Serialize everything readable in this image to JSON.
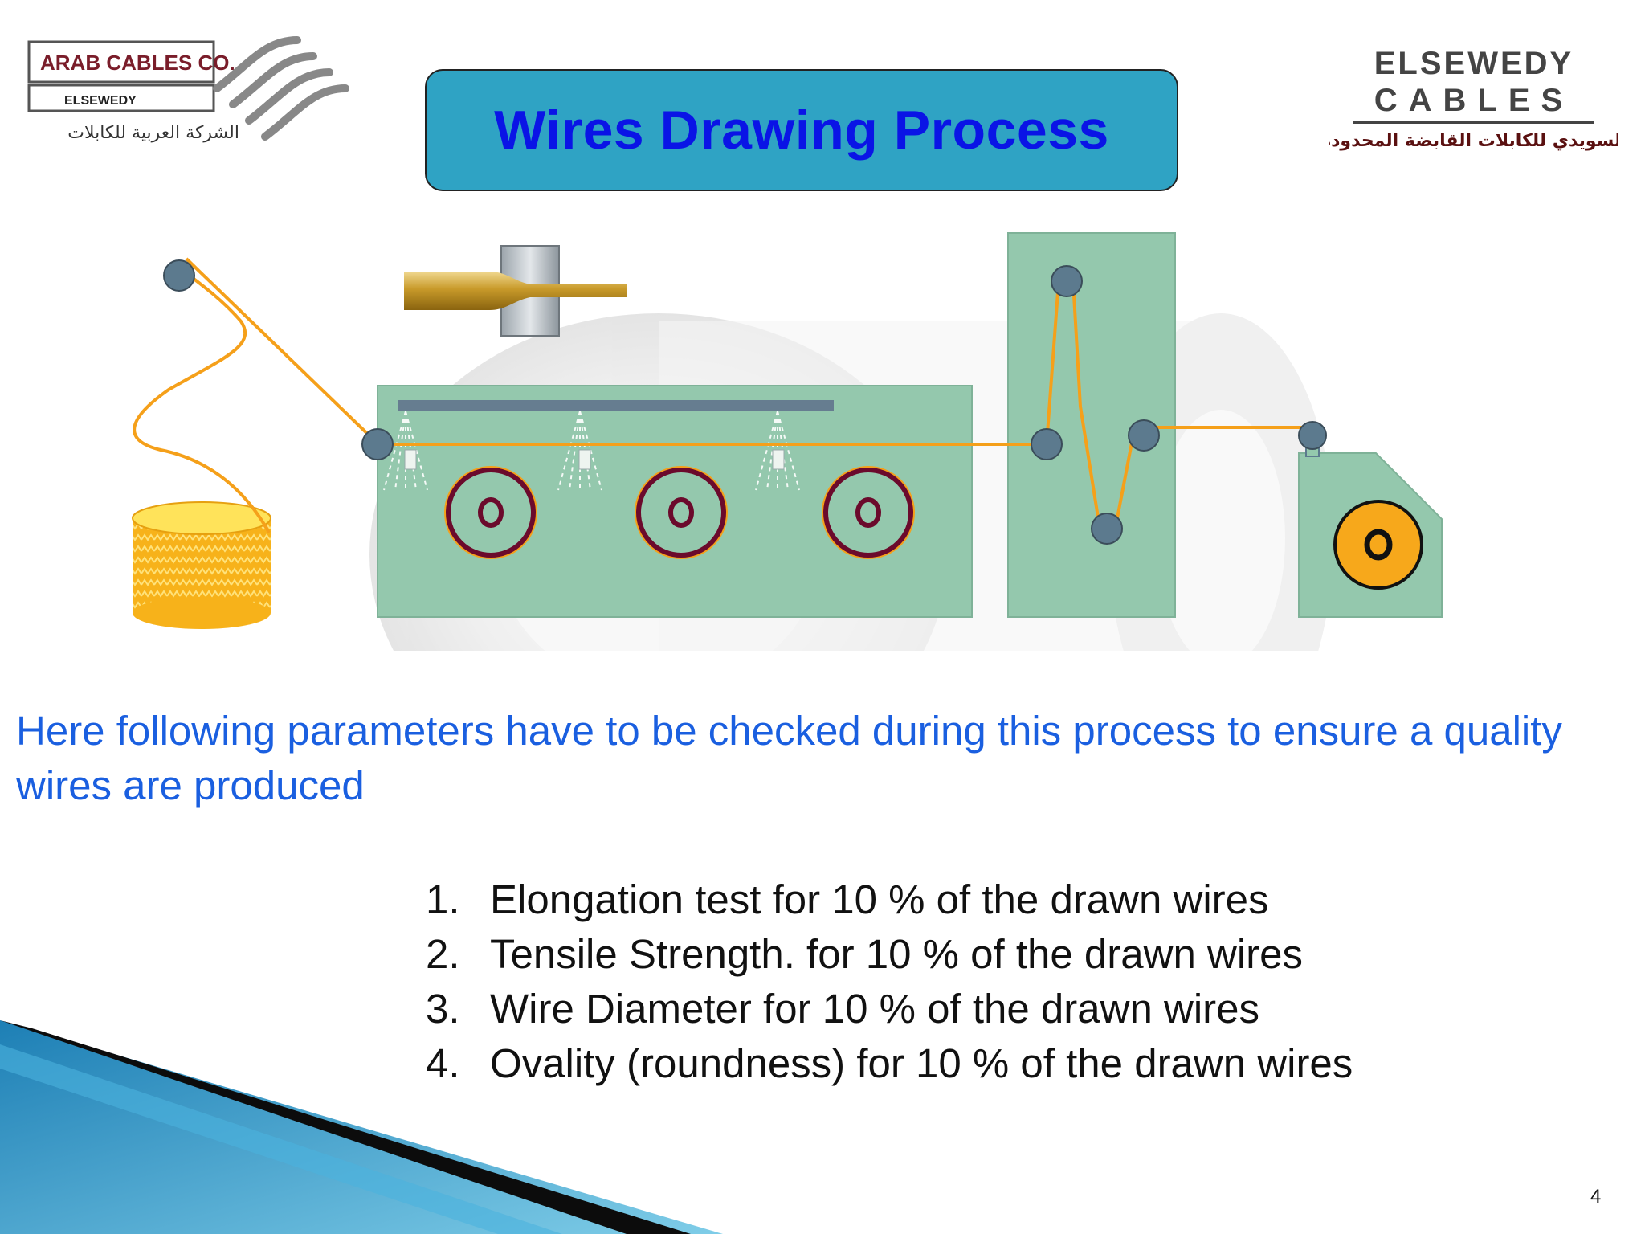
{
  "slide": {
    "title": "Wires Drawing Process",
    "intro": "Here following parameters have to be checked during this process to ensure a quality wires are produced",
    "checks": [
      {
        "num": "1.",
        "text": "Elongation test for 10 % of the drawn wires"
      },
      {
        "num": "2.",
        "text": "Tensile Strength. for 10 % of the drawn wires"
      },
      {
        "num": "3.",
        "text": "Wire Diameter for 10 % of the drawn wires"
      },
      {
        "num": "4.",
        "text": "Ovality (roundness) for 10 % of the drawn wires"
      }
    ],
    "page_number": "4"
  },
  "logos": {
    "left": {
      "line1": "ARAB CABLES CO.",
      "line2": "ELSEWEDY",
      "arabic": "الشركة العربية للكابلات"
    },
    "right": {
      "line1": "ELSEWEDY",
      "line2": "CABLES",
      "arabic": "السويدي للكابلات القابضة المحدودة"
    }
  },
  "colors": {
    "title_bg": "#2fa3c4",
    "title_text": "#0a14e6",
    "intro_text": "#1a5fe0",
    "machine_body": "#94c8ad",
    "wire": "#f5a01a",
    "pulley": "#5c7a8e",
    "capstan": "#6b0a2c",
    "spool": "#f7a81b"
  }
}
